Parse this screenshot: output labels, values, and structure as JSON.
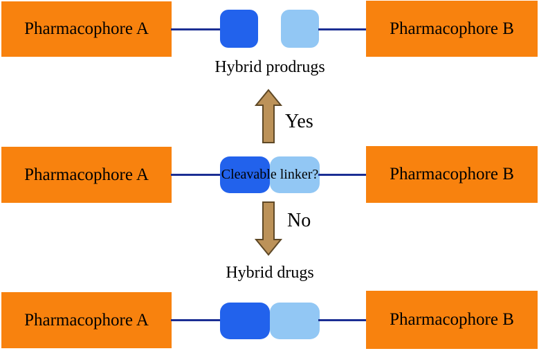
{
  "colors": {
    "orange": "#F8820E",
    "dark_blue": "#2262EC",
    "light_blue": "#92C7F4",
    "connector": "#1B2E93",
    "arrow_fill": "#BC9259",
    "arrow_stroke": "#5E4826",
    "text": "#000000"
  },
  "rows": {
    "top": {
      "left_label": "Pharmacophore A",
      "right_label": "Pharmacophore B",
      "caption": "Hybrid prodrugs"
    },
    "middle": {
      "left_label": "Pharmacophore A",
      "right_label": "Pharmacophore B",
      "linker_label": "Cleavable linker?"
    },
    "bottom": {
      "left_label": "Pharmacophore A",
      "right_label": "Pharmacophore B",
      "caption": "Hybrid drugs"
    }
  },
  "decision": {
    "yes_label": "Yes",
    "no_label": "No"
  }
}
